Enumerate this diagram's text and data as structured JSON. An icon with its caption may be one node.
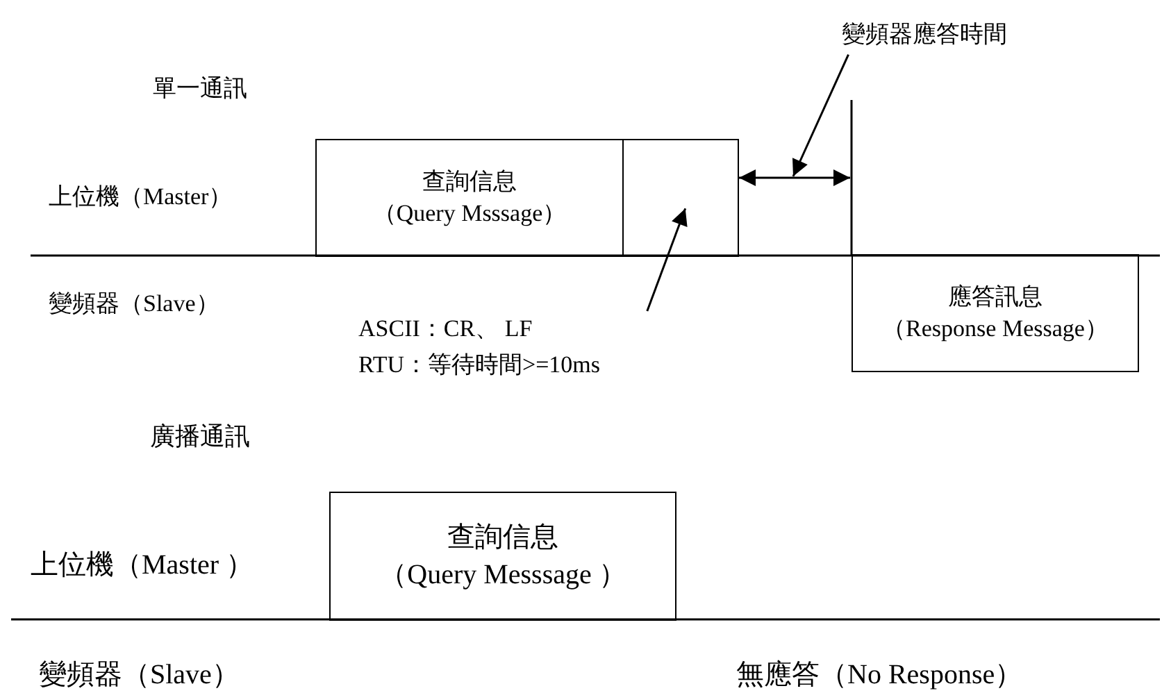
{
  "diagram": {
    "nodes": [
      {
        "text": [
          "查詢信息",
          "（Query Msssage）"
        ]
      },
      {
        "text": [],
        "shape": "box"
      },
      {
        "text": [
          "應答訊息",
          "（Response Message）"
        ]
      },
      {
        "text": [
          "變頻器應答時間"
        ]
      },
      {
        "text": [
          "ASCII：CR、 LF",
          "RTU：等待時間>=10ms"
        ]
      },
      {
        "text": [
          "查詢信息",
          "（Query Messsage ）"
        ]
      }
    ],
    "edges": [
      {
        "from": 3,
        "to": null,
        "arrow": "to"
      },
      {
        "from": 4,
        "to": 1,
        "arrow": "to"
      }
    ],
    "labels": [
      "單一通訊",
      "上位機（Master）",
      "變頻器（Slave）",
      "廣播通訊",
      "上位機（Master ）",
      "變頻器（Slave）",
      "無應答（No Response）"
    ]
  }
}
